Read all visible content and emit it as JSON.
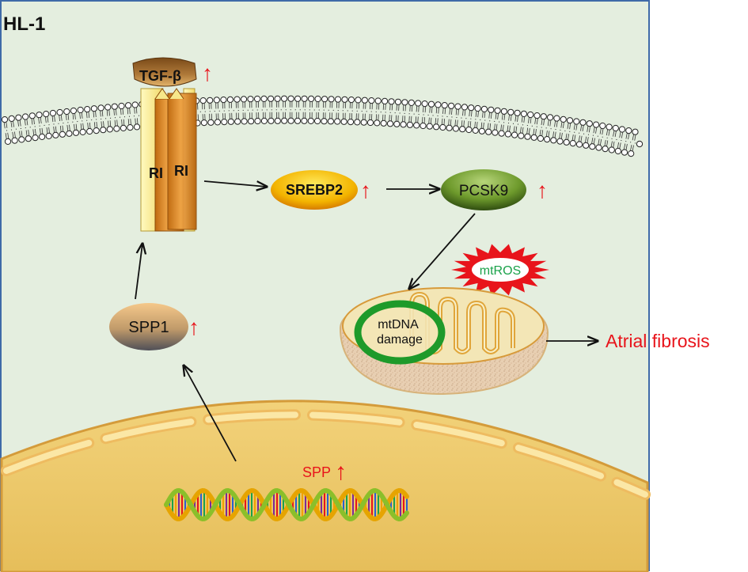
{
  "cell_label": "HL-1",
  "receptor": {
    "ligand": "TGF-β",
    "subunit_left": "RI",
    "subunit_right": "RI"
  },
  "nodes": {
    "srebp2": "SREBP2",
    "pcsk9": "PCSK9",
    "spp1": "SPP1",
    "mtros": "mtROS",
    "mito_damage_line1": "mtDNA",
    "mito_damage_line2": "damage",
    "outcome": "Atrial fibrosis",
    "gene": "SPP"
  },
  "up_arrow": "↑",
  "colors": {
    "cytoplasm": "#e4eedf",
    "border": "#3f6aa8",
    "up_arrow": "#e8141b",
    "mtros_text": "#1aa24a",
    "outcome_text": "#e8141b"
  }
}
